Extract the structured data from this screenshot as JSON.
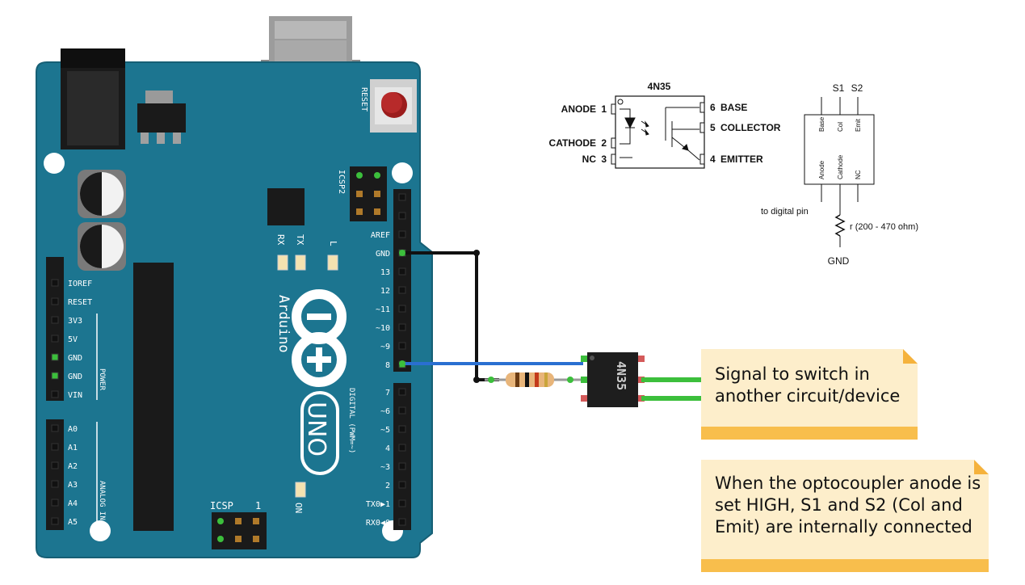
{
  "board": {
    "reset_label": "RESET",
    "icsp2_label": "ICSP2",
    "icsp_label": "ICSP",
    "icsp_pin1": "1",
    "brand": "Arduino",
    "model": "UNO",
    "rx_label": "RX",
    "tx_label": "TX",
    "l_label": "L",
    "on_label": "ON",
    "power_group": "POWER",
    "analog_group": "ANALOG IN",
    "digital_group": "DIGITAL (PWM=~)",
    "power_pins": [
      "IOREF",
      "RESET",
      "3V3",
      "5V",
      "GND",
      "GND",
      "VIN"
    ],
    "analog_pins": [
      "A0",
      "A1",
      "A2",
      "A3",
      "A4",
      "A5"
    ],
    "digital_pins_top": [
      "AREF",
      "GND",
      "13",
      "12",
      "~11",
      "~10",
      "~9",
      "8"
    ],
    "digital_pins_bottom": [
      "7",
      "~6",
      "~5",
      "4",
      "~3",
      "2",
      "TX0▶1",
      "RX0◀0"
    ]
  },
  "chip": {
    "label": "4N35"
  },
  "pinout": {
    "title": "4N35",
    "pins_left": [
      {
        "name": "ANODE",
        "num": "1"
      },
      {
        "name": "CATHODE",
        "num": "2"
      },
      {
        "name": "NC",
        "num": "3"
      }
    ],
    "pins_right": [
      {
        "name": "BASE",
        "num": "6"
      },
      {
        "name": "COLLECTOR",
        "num": "5"
      },
      {
        "name": "EMITTER",
        "num": "4"
      }
    ]
  },
  "simplified": {
    "s1": "S1",
    "s2": "S2",
    "top_pins": [
      "Base",
      "Col",
      "Emit"
    ],
    "bottom_pins": [
      "Anode",
      "Cathode",
      "NC"
    ],
    "to_digital": "to digital pin",
    "resistor": "r (200 - 470 ohm)",
    "gnd": "GND"
  },
  "notes": {
    "signal": "Signal to switch in\nanother circuit/device",
    "explanation": "When the optocoupler anode is set HIGH, S1 and S2 (Col and Emit) are internally connected"
  },
  "colors": {
    "board": "#1c7590",
    "board_edge": "#165f75",
    "wire_gnd": "#111111",
    "wire_signal": "#2a6fd1",
    "wire_output": "#3cbf3c",
    "note_bg": "#fdeecb",
    "note_strip": "#f8be4c"
  }
}
